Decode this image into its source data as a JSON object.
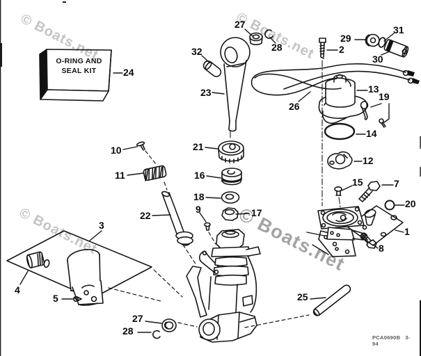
{
  "diagram": {
    "watermark_text": "© Boats.net",
    "kit_box": {
      "line1": "O-RING AND",
      "line2": "SEAL KIT"
    },
    "footer": {
      "part_code": "PCA0690B",
      "revision": "3-94"
    },
    "callouts": [
      "24",
      "27",
      "28",
      "32",
      "23",
      "2",
      "29",
      "31",
      "30",
      "13",
      "26",
      "19",
      "14",
      "12",
      "21",
      "16",
      "18",
      "9",
      "17",
      "10",
      "11",
      "22",
      "3",
      "4",
      "5",
      "15",
      "7",
      "20",
      "1",
      "8",
      "25",
      "27",
      "28"
    ]
  }
}
